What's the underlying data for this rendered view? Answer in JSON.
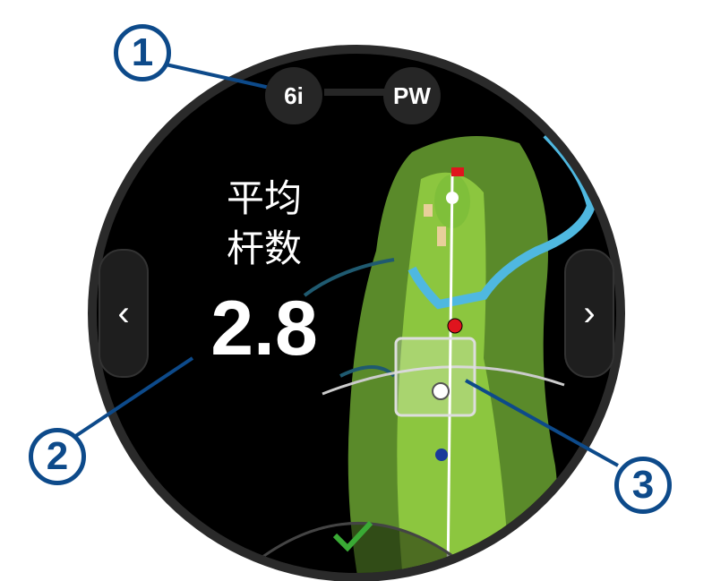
{
  "clubs": [
    {
      "label": "6i"
    },
    {
      "label": "PW"
    }
  ],
  "stat": {
    "label_line1": "平均",
    "label_line2": "杆数",
    "value": "2.8"
  },
  "nav": {
    "prev_icon": "chevron-left-icon",
    "next_icon": "chevron-right-icon",
    "confirm_icon": "checkmark-icon"
  },
  "callouts": [
    "1",
    "2",
    "3"
  ],
  "colors": {
    "callout": "#0d4a8a",
    "fairway": "#8cc63f",
    "rough": "#5a8a2a",
    "water": "#4fb8e0",
    "pin": "#e0141e",
    "confirm": "#3aaa35",
    "bezel": "#2a2a2a"
  }
}
